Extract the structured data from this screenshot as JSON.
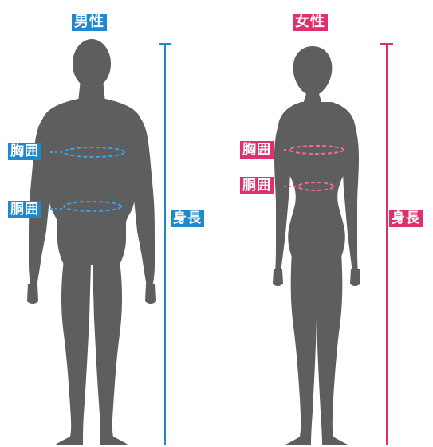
{
  "male": {
    "title": "男性",
    "chest_label": "胸囲",
    "waist_label": "胴囲",
    "height_label": "身長"
  },
  "female": {
    "title": "女性",
    "chest_label": "胸囲",
    "waist_label": "胴囲",
    "height_label": "身長"
  },
  "colors": {
    "male_accent": "#1e88d0",
    "female_accent": "#e0306a",
    "silhouette": "#5e5e5e",
    "background": "#ffffff"
  },
  "icons": {
    "male_figure": "male-body-silhouette-icon",
    "female_figure": "female-body-silhouette-icon"
  }
}
